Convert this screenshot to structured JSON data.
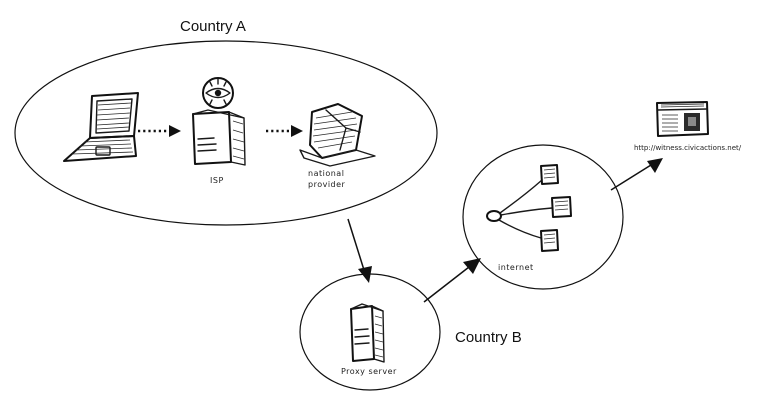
{
  "regions": {
    "country_a": "Country A",
    "country_b": "Country B"
  },
  "nodes": {
    "isp": "ISP",
    "national_provider_line1": "national",
    "national_provider_line2": "provider",
    "proxy_server": "Proxy server",
    "internet": "internet",
    "url": "http://witness.civicactions.net/"
  },
  "icons": {
    "user": "laptop-icon",
    "isp": "server-icon",
    "surveillance": "eye-icon",
    "national_provider": "router-box-icon",
    "proxy": "server-icon",
    "internet_hub": "network-hub-icon",
    "documents": "document-icon",
    "website": "webpage-icon"
  }
}
